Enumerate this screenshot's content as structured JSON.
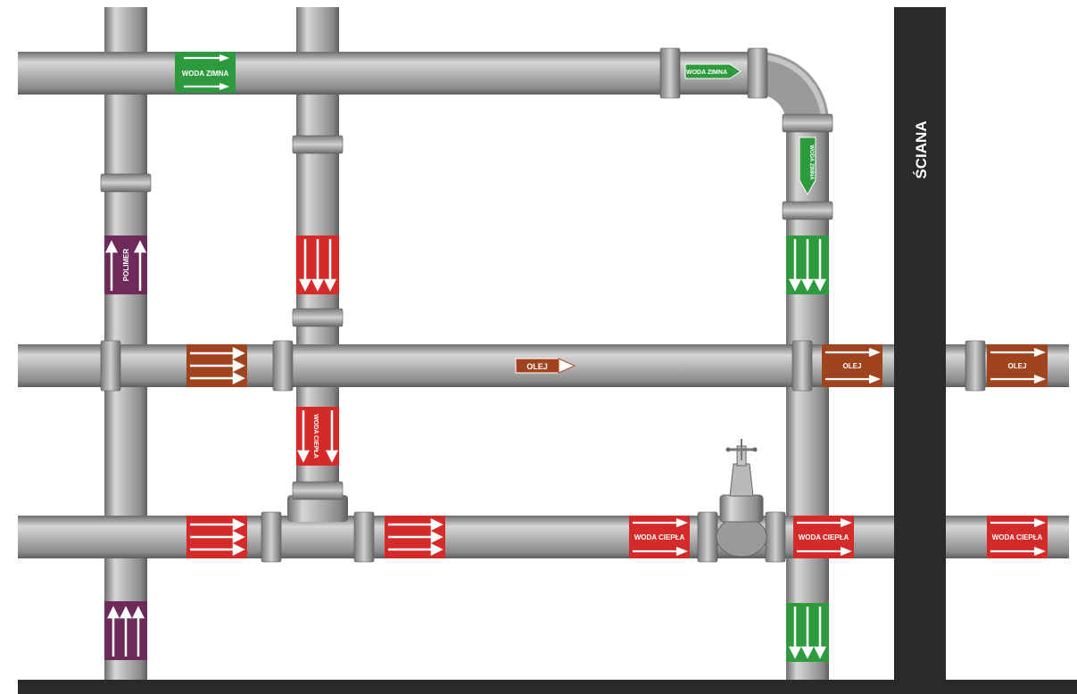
{
  "labels": {
    "woda_zimna": "WODA ZIMNA",
    "woda_ciepla": "WODA CIEPŁA",
    "olej": "OLEJ",
    "polimer": "POLIMER",
    "sciana": "ŚCIANA"
  },
  "colors": {
    "woda_zimna": "#2e9a3e",
    "woda_ciepla": "#d42a2a",
    "olej": "#a0441f",
    "polimer": "#6d2b5a",
    "wall": "#2a2a2a",
    "pipe": "#a9a9a9"
  }
}
